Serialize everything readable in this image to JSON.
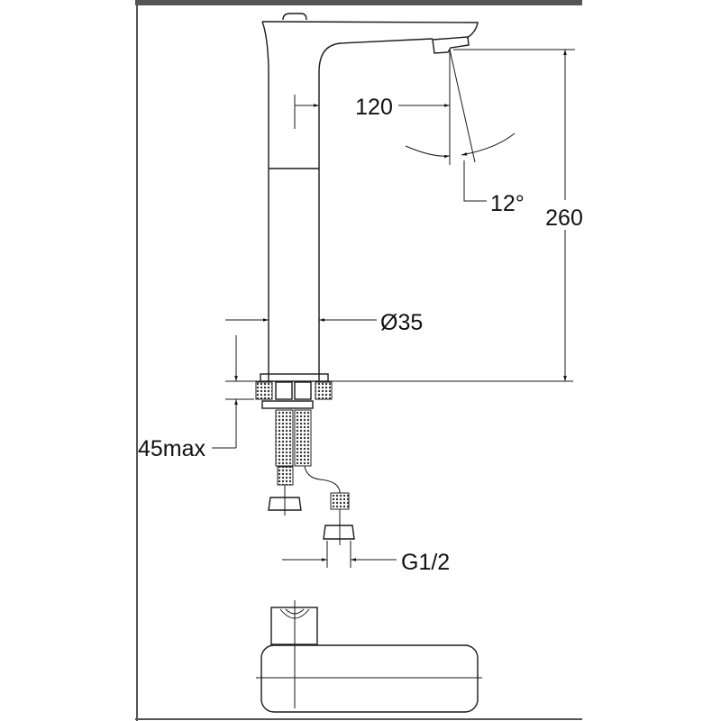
{
  "drawing": {
    "title": "Tall basin mixer technical drawing",
    "dimensions": {
      "spout_reach": "120",
      "spout_angle": "12°",
      "height": "260",
      "diameter": "Ø35",
      "counter_thickness": "45max",
      "connection": "G1/2"
    }
  },
  "colors": {
    "frame": "#555555",
    "line": "#1a1a1a"
  }
}
